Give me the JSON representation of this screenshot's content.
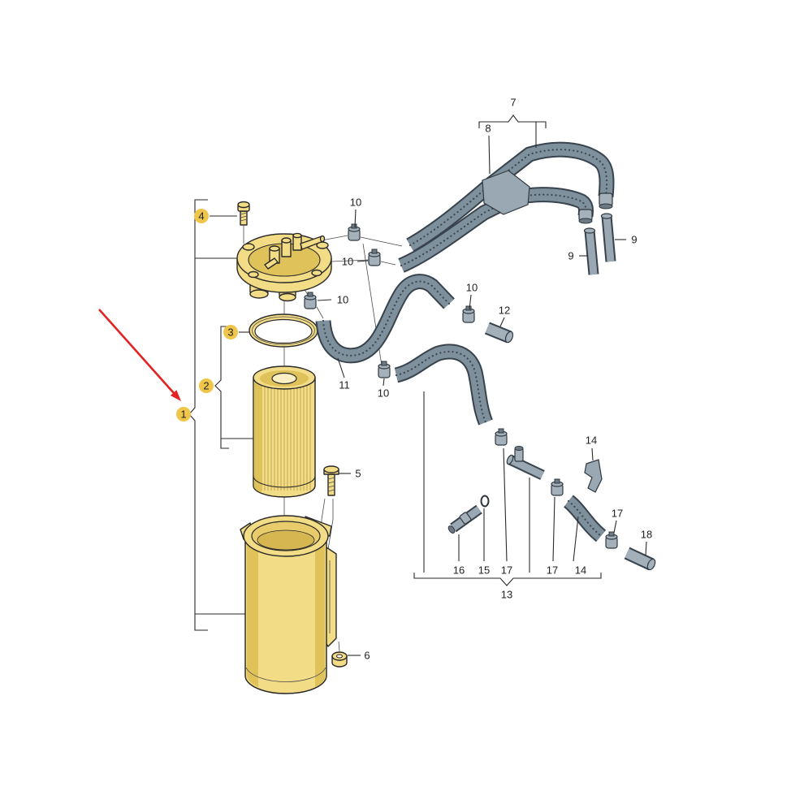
{
  "callouts": {
    "highlighted": [
      "4",
      "3",
      "2",
      "1"
    ],
    "plain": [
      "7",
      "8",
      "10",
      "10",
      "10",
      "10",
      "12",
      "11",
      "10",
      "9",
      "9",
      "5",
      "6",
      "14",
      "17",
      "18",
      "16",
      "15",
      "17",
      "17",
      "14",
      "13"
    ]
  },
  "colors": {
    "part_fill": "#f3dc86",
    "part_shade": "#e0c25a",
    "outline": "#2a2a2a",
    "hose": "#7f909d",
    "callout_highlight": "#f0c64a",
    "arrow": "#e32222"
  },
  "icons": {
    "pointer": "red-arrow-icon"
  }
}
